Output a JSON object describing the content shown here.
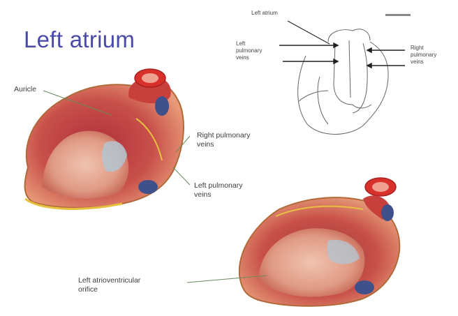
{
  "title": "Left atrium",
  "labels": {
    "auricle": "Auricle",
    "right_pulmonary_veins": [
      "Right pulmonary",
      "veins"
    ],
    "left_pulmonary_veins": [
      "Left pulmonary",
      "veins"
    ],
    "left_av_orifice": [
      "Left atrioventricular",
      "orifice"
    ]
  },
  "inset": {
    "left_atrium": "Left atrium",
    "left_pulmonary_veins": [
      "Left",
      "pulmonary",
      "veins"
    ],
    "right_pulmonary_veins": [
      "Right",
      "pulmonary",
      "veins"
    ]
  },
  "colors": {
    "title": "#4a4aa8",
    "myocardium": "#c8504a",
    "interior": "#e8a48c",
    "vessel_red": "#d8302a",
    "vein_blue": "#40508a"
  }
}
